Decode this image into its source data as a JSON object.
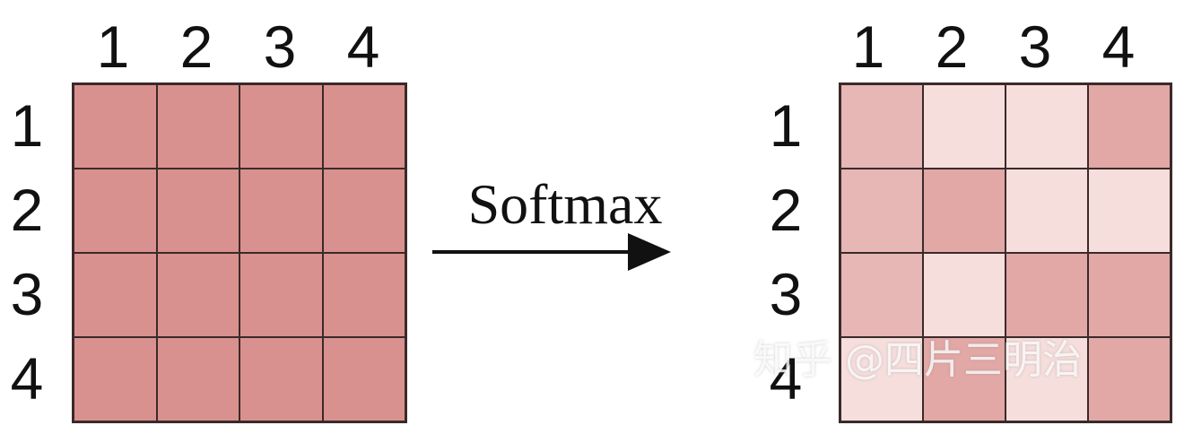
{
  "left_matrix": {
    "column_labels": [
      "1",
      "2",
      "3",
      "4"
    ],
    "row_labels": [
      "1",
      "2",
      "3",
      "4"
    ],
    "cell_color": "#d9918f",
    "cells": [
      [
        "#d9918f",
        "#d9918f",
        "#d9918f",
        "#d9918f"
      ],
      [
        "#d9918f",
        "#d9918f",
        "#d9918f",
        "#d9918f"
      ],
      [
        "#d9918f",
        "#d9918f",
        "#d9918f",
        "#d9918f"
      ],
      [
        "#d9918f",
        "#d9918f",
        "#d9918f",
        "#d9918f"
      ]
    ]
  },
  "arrow": {
    "label": "Softmax"
  },
  "right_matrix": {
    "column_labels": [
      "1",
      "2",
      "3",
      "4"
    ],
    "row_labels": [
      "1",
      "2",
      "3",
      "4"
    ],
    "cells": [
      [
        "#e6b7b5",
        "#f6dedc",
        "#f6dedc",
        "#e2a8a6"
      ],
      [
        "#e6b7b5",
        "#e2a8a6",
        "#f6dedc",
        "#f6dedc"
      ],
      [
        "#e6b7b5",
        "#f6dedc",
        "#e2a8a6",
        "#e2a8a6"
      ],
      [
        "#f6dedc",
        "#e2a8a6",
        "#f6dedc",
        "#e2a8a6"
      ]
    ]
  },
  "watermark": "知乎 @四片三明治",
  "colors": {
    "grid_line": "#3a2a2a",
    "text": "#111111"
  }
}
